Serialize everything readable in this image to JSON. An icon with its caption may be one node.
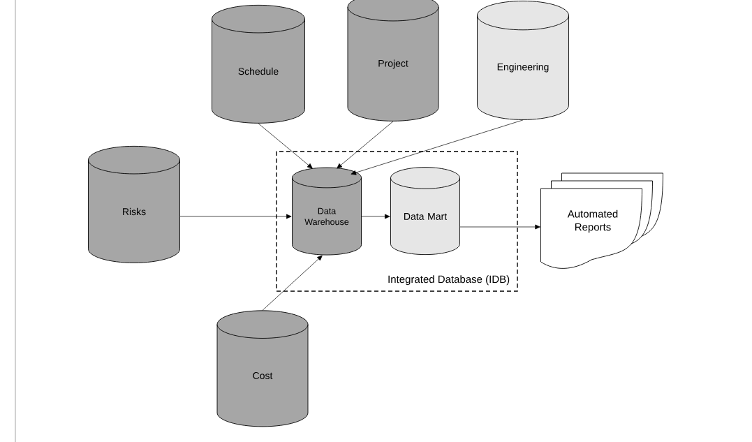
{
  "diagram": {
    "nodes": [
      {
        "text": [
          "Schedule"
        ]
      },
      {
        "text": [
          "Project"
        ]
      },
      {
        "text": [
          "Engineering"
        ]
      },
      {
        "text": [
          "Risks"
        ]
      },
      {
        "text": [
          "Integrated Database (IDB)"
        ]
      },
      {
        "text": [
          "Data Warehouse"
        ],
        "in": 4
      },
      {
        "text": [
          "Data Mart"
        ],
        "in": 4
      },
      {
        "text": [
          "Automated Reports"
        ]
      },
      {
        "text": [
          "Cost"
        ]
      }
    ],
    "edges": [
      {
        "from": 0,
        "to": 5,
        "arrow": "to"
      },
      {
        "from": 1,
        "to": 5,
        "arrow": "to"
      },
      {
        "from": 2,
        "to": 5,
        "arrow": "to"
      },
      {
        "from": 3,
        "to": 5,
        "arrow": "to"
      },
      {
        "from": 8,
        "to": 5,
        "arrow": "to"
      },
      {
        "from": 5,
        "to": 6,
        "arrow": "to"
      },
      {
        "from": 6,
        "to": 7,
        "arrow": "to"
      }
    ]
  }
}
